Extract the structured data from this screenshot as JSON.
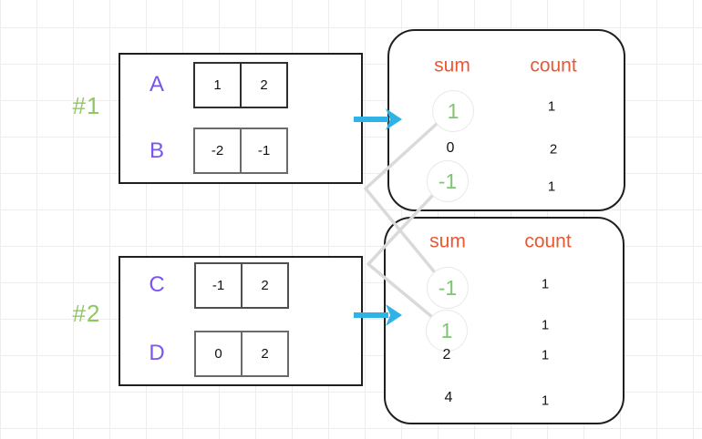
{
  "examples": [
    {
      "id": "#1",
      "arrays": [
        {
          "name": "A",
          "values": [
            "1",
            "2"
          ]
        },
        {
          "name": "B",
          "values": [
            "-2",
            "-1"
          ]
        }
      ],
      "table": {
        "headers": {
          "sum": "sum",
          "count": "count"
        },
        "rows": [
          {
            "sum": "1",
            "count": "1",
            "highlighted": true
          },
          {
            "sum": "0",
            "count": "2",
            "highlighted": false
          },
          {
            "sum": "-1",
            "count": "1",
            "highlighted": true
          }
        ]
      }
    },
    {
      "id": "#2",
      "arrays": [
        {
          "name": "C",
          "values": [
            "-1",
            "2"
          ]
        },
        {
          "name": "D",
          "values": [
            "0",
            "2"
          ]
        }
      ],
      "table": {
        "headers": {
          "sum": "sum",
          "count": "count"
        },
        "rows": [
          {
            "sum": "-1",
            "count": "1",
            "highlighted": true
          },
          {
            "sum": "1",
            "count": "1",
            "highlighted": true
          },
          {
            "sum": "2",
            "count": "1",
            "highlighted": false
          },
          {
            "sum": "4",
            "count": "1",
            "highlighted": false
          }
        ]
      }
    }
  ],
  "connections": [
    {
      "from": "example1 sum 1",
      "to": "example2 sum -1"
    },
    {
      "from": "example1 sum -1",
      "to": "example2 sum 1"
    }
  ],
  "colors": {
    "array_letter_purple": "#7a55ee",
    "example_label_green": "#8fc862",
    "highlight_green": "#7fc674",
    "header_orange": "#ec5732",
    "arrow_blue": "#2fb3e7",
    "connector_gray": "#dadada",
    "grid_line": "#f1ecec"
  }
}
